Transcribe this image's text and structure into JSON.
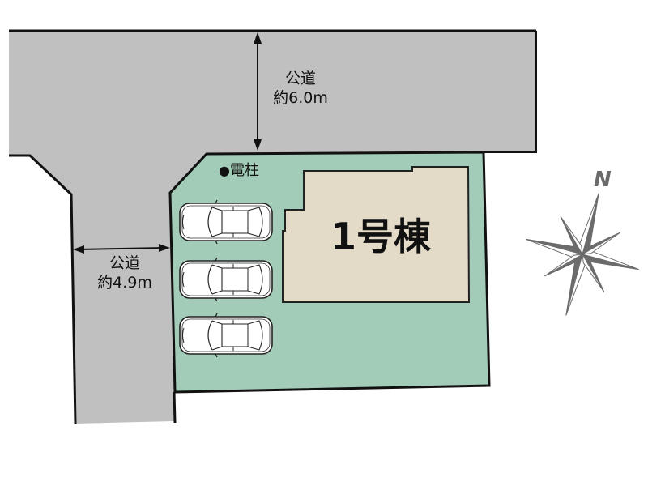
{
  "colors": {
    "road": "#c0c0c0",
    "lot": "#a3ccb8",
    "building": "#e3dbc8",
    "outline": "#111111",
    "compass": "#6b6b6b",
    "background": "#ffffff"
  },
  "roads": {
    "north": {
      "label": "公道",
      "width": "約6.0m"
    },
    "west": {
      "label": "公道",
      "width": "約4.9m"
    }
  },
  "utility_pole": {
    "marker": "●",
    "label": "電柱"
  },
  "building": {
    "label": "1号棟"
  },
  "parking": {
    "count": 3,
    "cars": [
      "car-1",
      "car-2",
      "car-3"
    ]
  },
  "compass": {
    "north_label": "N"
  }
}
